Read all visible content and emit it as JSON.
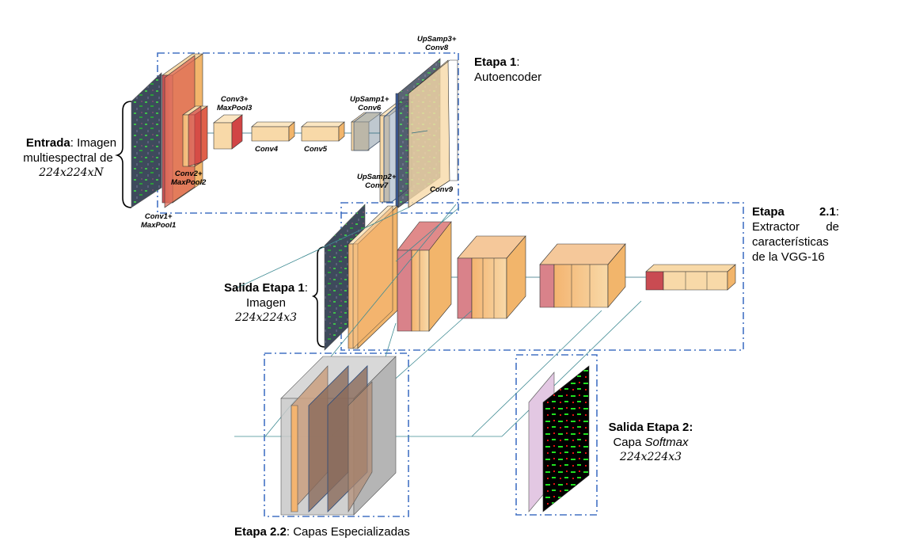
{
  "labels": {
    "entrada_bold": "Entrada",
    "entrada_line1_rest": ": Imagen",
    "entrada_line2": "multiespectral de",
    "entrada_math": "224x224xN",
    "etapa1_bold": "Etapa 1",
    "etapa1_colon": ":",
    "etapa1_line2": "Autoencoder",
    "etapa21_bold": "Etapa",
    "etapa21_num": "2.1",
    "etapa21_colon": ":",
    "etapa21_line2a": "Extractor",
    "etapa21_line2b": "de",
    "etapa21_line3": "características",
    "etapa21_line4": "de la VGG-16",
    "salida1_bold": "Salida Etapa 1",
    "salida1_colon": ":",
    "salida1_line2": "Imagen",
    "salida1_math": "224x224x3",
    "salida2_bold": "Salida Etapa 2:",
    "salida2_line2_pre": "Capa ",
    "salida2_line2_italic": "Softmax",
    "salida2_math": "224x224x3",
    "etapa22_bold": "Etapa 2.2",
    "etapa22_rest": ": Capas Especializadas"
  },
  "layers": {
    "conv1": "Conv1+\nMaxPool1",
    "conv2": "Conv2+\nMaxPool2",
    "conv3": "Conv3+\nMaxPool3",
    "conv4": "Conv4",
    "conv5": "Conv5",
    "upsamp1": "UpSamp1+\nConv6",
    "upsamp2": "UpSamp2+\nConv7",
    "upsamp3": "UpSamp3+\nConv8",
    "conv9": "Conv9"
  },
  "colors": {
    "frame_blue": "#4472c4",
    "conv_fill": "#f8d9a8",
    "conv_deep": "#f2b56b",
    "pool_red": "#d9828a",
    "pool_dark": "#c0404a",
    "gray_block": "#c8c8c8",
    "brown_block": "#b08a72",
    "softmax_pink": "#e3c8e3"
  }
}
